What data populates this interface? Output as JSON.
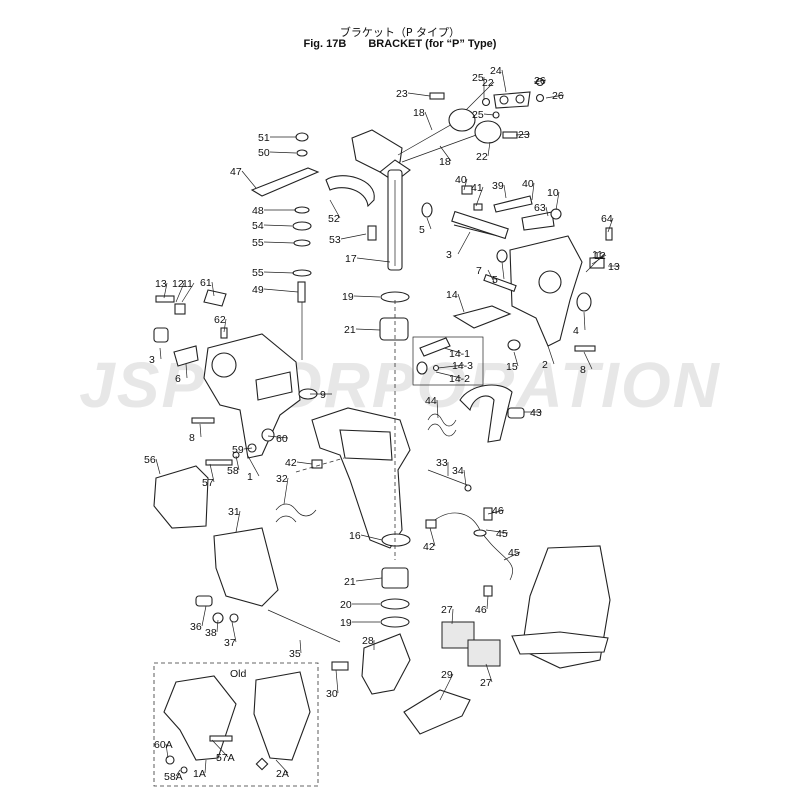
{
  "header": {
    "title_jp": "ブラケット（P タイプ）",
    "fig_label": "Fig. 17B",
    "title_en": "BRACKET (for “P” Type)"
  },
  "watermark": "JSP CORPORATION",
  "old_box_label": "Old",
  "callouts": [
    "1",
    "1A",
    "2",
    "2A",
    "3",
    "3",
    "4",
    "5",
    "5",
    "6",
    "7",
    "8",
    "8",
    "9",
    "10",
    "11",
    "11",
    "12",
    "12",
    "13",
    "13",
    "14",
    "14-1",
    "14-2",
    "14-3",
    "15",
    "16",
    "17",
    "18",
    "18",
    "19",
    "19",
    "20",
    "21",
    "21",
    "22",
    "22",
    "23",
    "23",
    "24",
    "25",
    "25",
    "26",
    "26",
    "27",
    "27",
    "28",
    "29",
    "30",
    "31",
    "32",
    "33",
    "34",
    "35",
    "36",
    "37",
    "38",
    "39",
    "40",
    "40",
    "41",
    "42",
    "42",
    "43",
    "44",
    "45",
    "45",
    "46",
    "46",
    "47",
    "48",
    "49",
    "50",
    "51",
    "52",
    "53",
    "54",
    "55",
    "55",
    "56",
    "57",
    "57A",
    "58",
    "58A",
    "59",
    "60",
    "60A",
    "61",
    "62",
    "63",
    "64"
  ],
  "colors": {
    "line": "#222222",
    "watermark": "#e7e7e7"
  }
}
